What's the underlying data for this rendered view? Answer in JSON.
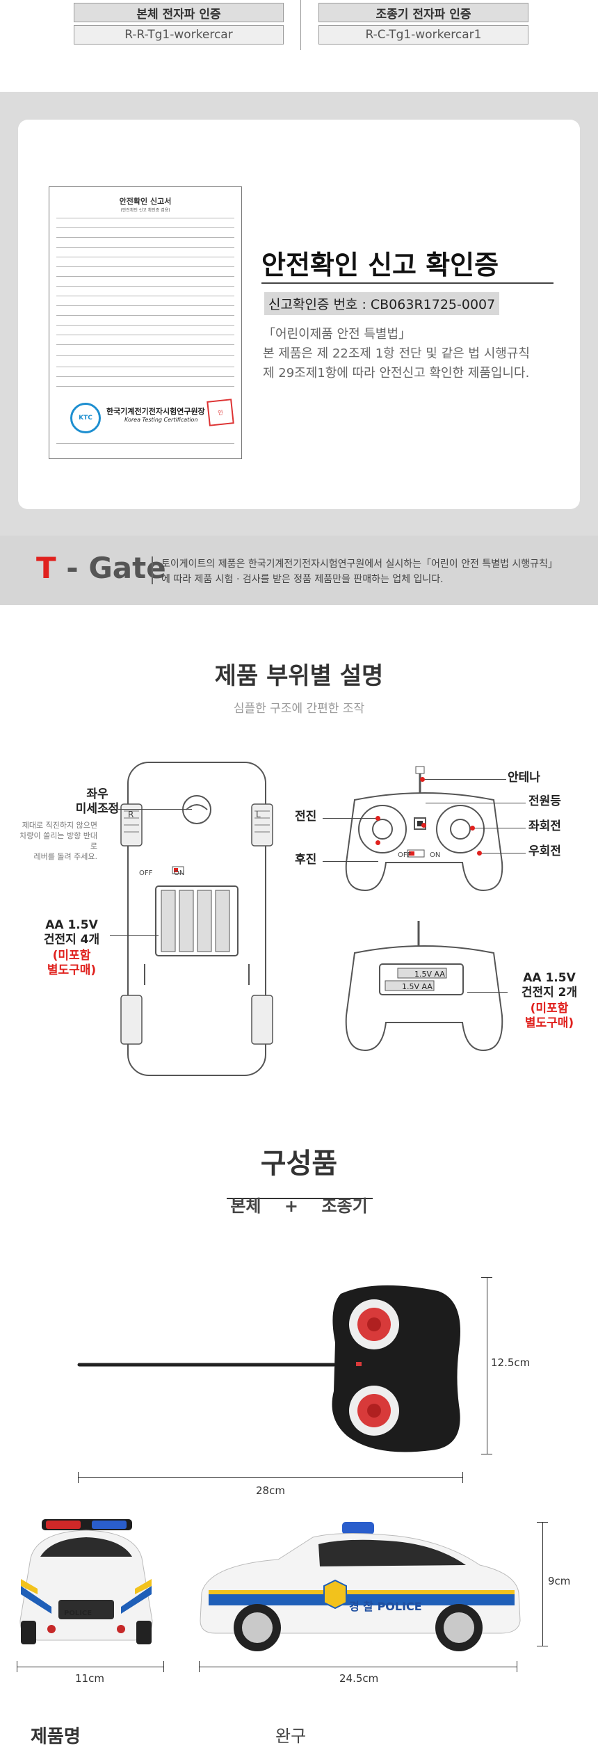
{
  "cert": {
    "body_label": "본체 전자파 인증",
    "body_value": "R-R-Tg1-workercar",
    "remote_label": "조종기 전자파 인증",
    "remote_value": "R-C-Tg1-workercar1"
  },
  "safety": {
    "doc_title": "안전확인 신고서",
    "doc_subtitle": "(안전확인 신고 확인증 겸용)",
    "tester_name": "한국기계전기전자시험연구원장",
    "tester_name_en": "Korea Testing Certification",
    "ktc_logo": "KTC",
    "seal_text": "인",
    "title": "안전확인 신고 확인증",
    "report_no": "신고확인증 번호 : CB063R1725-0007",
    "line1": "「어린이제품 안전 특별법」",
    "line2": "본 제품은 제 22조제 1항 전단 및 같은 법 시행규칙",
    "line3": "제 29조제1항에 따라 안전신고 확인한 제품입니다."
  },
  "tgate": {
    "logo_t": "T",
    "logo_rest": " - Gate",
    "text1": "토이게이트의 제품은 한국기계전기전자시험연구원에서 실시하는「어린이 안전 특별법 시행규칙」",
    "text2": "에 따라 제품 시험 · 검사를 받은 정품 제품만을 판매하는 업체 입니다."
  },
  "parts": {
    "title": "제품 부위별 설명",
    "subtitle": "심플한 구조에 간편한 조작",
    "fine_tune_1": "좌우",
    "fine_tune_2": "미세조정",
    "fine_tune_note1": "제대로 직진하지 않으면",
    "fine_tune_note2": "차량이 쏠리는 방향 반대로",
    "fine_tune_note3": "레버를 돌려 주세요.",
    "body_batt_1": "AA 1.5V",
    "body_batt_2": "건전지 4개",
    "body_batt_3": "(미포함",
    "body_batt_4": "별도구매)",
    "forward": "전진",
    "reverse": "후진",
    "antenna": "안테나",
    "power_lamp": "전원등",
    "turn_left": "좌회전",
    "turn_right": "우회전",
    "remote_batt_1": "AA 1.5V",
    "remote_batt_2": "건전지 2개",
    "remote_batt_3": "(미포함",
    "remote_batt_4": "별도구매)",
    "switch_off": "OFF",
    "switch_on": "ON",
    "trim_r": "R",
    "trim_l": "L",
    "batt_label": "1.5V AA"
  },
  "components": {
    "title": "구성품",
    "body": "본체",
    "plus": "+",
    "remote": "조종기"
  },
  "dimensions": {
    "remote_height": "12.5cm",
    "remote_width": "28cm",
    "car_height": "9cm",
    "car_front_width": "11cm",
    "car_side_length": "24.5cm",
    "police_text": "POLICE",
    "police_kr": "경 찰 POLICE"
  },
  "product": {
    "name_label": "제품명",
    "name_value": "완구"
  },
  "colors": {
    "accent_red": "#e0211e",
    "police_blue": "#1f5fb8",
    "police_yellow": "#f2c21c"
  }
}
